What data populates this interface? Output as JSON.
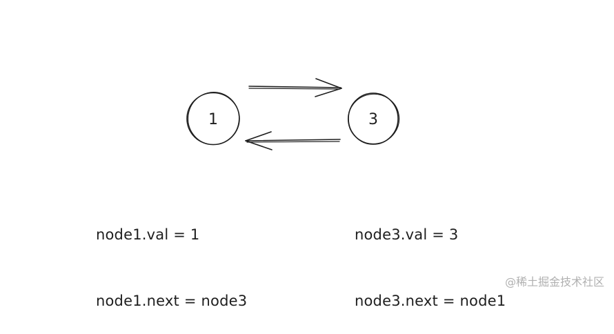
{
  "nodes": [
    {
      "id": "node1",
      "label": "1"
    },
    {
      "id": "node3",
      "label": "3"
    }
  ],
  "edges": [
    {
      "from": "node1",
      "to": "node3"
    },
    {
      "from": "node3",
      "to": "node1"
    }
  ],
  "code": {
    "node1": [
      "node1.val = 1",
      "node1.next = node3"
    ],
    "node3": [
      "node3.val = 3",
      "node3.next = node1"
    ]
  },
  "watermark": "@稀土掘金技术社区",
  "colors": {
    "stroke": "#1e1e1e",
    "watermark": "#b0b0b0",
    "background": "#ffffff"
  }
}
